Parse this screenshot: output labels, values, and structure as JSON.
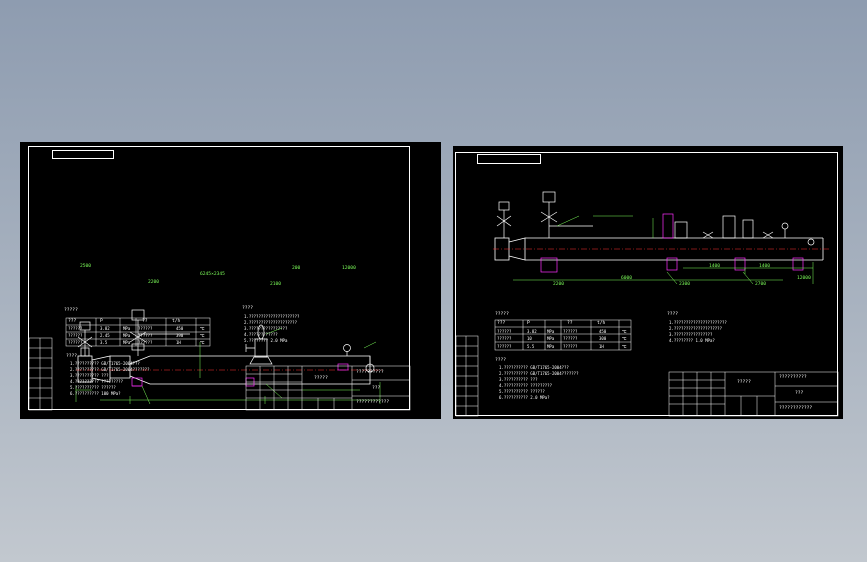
{
  "colors": {
    "background_top": "#8e9cb0",
    "background_bottom": "#c2c8cf",
    "sheet": "#000000",
    "line_white": "#ffffff",
    "dimension_green": "#7dff5a",
    "pipe_red": "#ff3030",
    "support_magenta": "#ff30ff"
  },
  "left_sheet": {
    "dimensions": {
      "inlet": "2500",
      "d1": "2200",
      "d2": "2100",
      "span_total": "6245×2345",
      "span_mid": "200",
      "span_end": "12000"
    },
    "params_header": "?????",
    "params_columns": [
      "???",
      "P",
      "??",
      "t/h"
    ],
    "params_rows": [
      [
        "??????",
        "3.82",
        "MPa",
        "??????",
        "450",
        "℃"
      ],
      [
        "??????",
        "2.45",
        "MPa",
        "??????",
        "390",
        "℃"
      ],
      [
        "??????",
        "3.5",
        "MPa",
        "??????",
        "1H",
        "℃"
      ]
    ],
    "notes_header": "????",
    "notes": [
      "1.?????????????????????",
      "2.????????????????????",
      "3.????????????????",
      "4.????????????",
      "5.???????? 2.0 MPa"
    ],
    "tech_header": "????",
    "tech_notes": [
      "1.?????????? GB/T1765-2004???",
      "2.?????????? GB/T1765-2004???????",
      "3.?????????? ???",
      "4.?????????? ?????????",
      "5.?????????? ??????",
      "6.?????????? 100 MPa?"
    ],
    "title_block": {
      "company": "??????????",
      "title": "?????",
      "drawing_no": "???",
      "sub": "????????????"
    }
  },
  "right_sheet": {
    "dimensions": {
      "d1": "2200",
      "span_total": "6000",
      "span_a": "1400",
      "span_b": "1400",
      "span_end": "12000",
      "d2": "2300",
      "d3": "2700"
    },
    "params_header": "?????",
    "params_columns": [
      "???",
      "P",
      "??",
      "t/h"
    ],
    "params_rows": [
      [
        "??????",
        "3.82",
        "MPa",
        "??????",
        "450",
        "℃"
      ],
      [
        "??????",
        "10",
        "MPa",
        "??????",
        "300",
        "℃"
      ],
      [
        "??????",
        "5.5",
        "MPa",
        "??????",
        "1H",
        "℃"
      ]
    ],
    "notes_header": "????",
    "notes": [
      "1.??????????????????????",
      "2.????????????????????",
      "3.????????????????",
      "4.???????? 1.0 MPa?"
    ],
    "tech_header": "????",
    "tech_notes": [
      "1.?????????? GB/T1765-2004???",
      "2.?????????? GB/T1765-2004???????",
      "3.?????????? ???",
      "4.?????????? ?????????",
      "5.?????????? ??????",
      "6.?????????? 2.0 MPa?"
    ],
    "title_block": {
      "company": "??????????",
      "title": "?????",
      "drawing_no": "???",
      "sub": "????????????"
    }
  }
}
